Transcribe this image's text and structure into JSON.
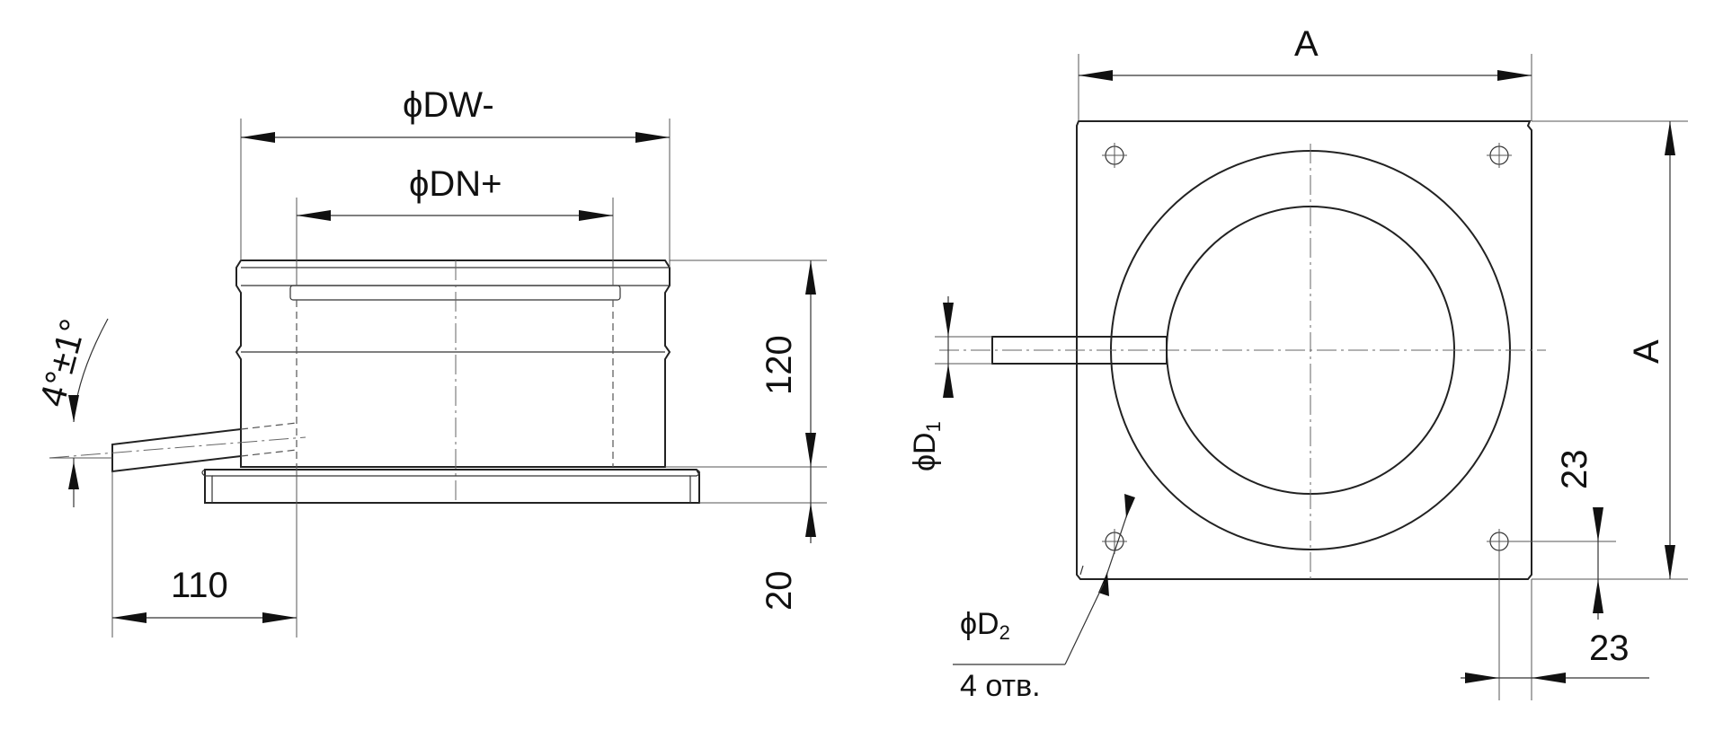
{
  "side_view": {
    "dim_outer_diameter": "ϕDW-",
    "dim_inner_diameter": "ϕDN+",
    "dim_height": "120",
    "dim_flange": "20",
    "dim_pipe_length": "110",
    "dim_angle": "4°±1°"
  },
  "plan_view": {
    "dim_width": "A",
    "dim_height": "A",
    "dim_pipe_diameter_prefix": "ϕD",
    "dim_pipe_diameter_sub": "1",
    "dim_hole_diameter_prefix": "ϕD",
    "dim_hole_diameter_sub": "2",
    "dim_hole_count": "4 отв.",
    "dim_hole_offset_x": "23",
    "dim_hole_offset_y": "23"
  }
}
